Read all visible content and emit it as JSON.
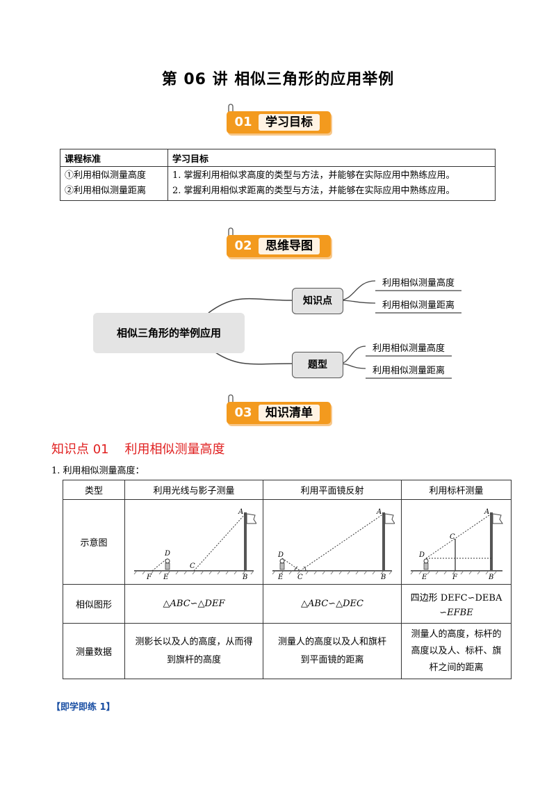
{
  "title": "第 06 讲  相似三角形的应用举例",
  "sections": [
    {
      "num": "01",
      "label": "学习目标"
    },
    {
      "num": "02",
      "label": "思维导图"
    },
    {
      "num": "03",
      "label": "知识清单"
    }
  ],
  "goals_table": {
    "headers": [
      "课程标准",
      "学习目标"
    ],
    "standards": [
      "①利用相似测量高度",
      "②利用相似测量距离"
    ],
    "objectives": [
      "1. 掌握利用相似求高度的类型与方法，并能够在实际应用中熟练应用。",
      "2. 掌握利用相似求距离的类型与方法，并能够在实际应用中熟练应用。"
    ]
  },
  "mindmap": {
    "root": "相似三角形的举例应用",
    "branches": [
      {
        "label": "知识点",
        "leaves": [
          "利用相似测量高度",
          "利用相似测量距离"
        ]
      },
      {
        "label": "题型",
        "leaves": [
          "利用相似测量高度",
          "利用相似测量距离"
        ]
      }
    ]
  },
  "knowledge_point": {
    "heading": "知识点 01    利用相似测量高度",
    "lead": "1. 利用相似测量高度："
  },
  "measure_table": {
    "headers": [
      "类型",
      "利用光线与影子测量",
      "利用平面镜反射",
      "利用标杆测量"
    ],
    "rows": [
      {
        "label": "示意图"
      },
      {
        "label": "相似图形",
        "cells": [
          "△ABC∽△DEF",
          "△ABC∽△DEC",
          "四边形 DEFC∽DEBA",
          "∽EFBE"
        ]
      },
      {
        "label": "测量数据",
        "cells": [
          "测影长以及人的高度，从而得",
          "到旗杆的高度",
          "测量人的高度以及人和旗杆",
          "到平面镜的距离",
          "测量人的高度，标杆的",
          "高度以及人、标杆、旗",
          "杆之间的距离"
        ]
      }
    ],
    "diagram_labels": {
      "d1": [
        "A",
        "D",
        "C",
        "F",
        "E",
        "B"
      ],
      "d2": [
        "A",
        "D",
        "E",
        "C",
        "B"
      ],
      "d3": [
        "A",
        "C",
        "D",
        "E",
        "F",
        "B"
      ]
    }
  },
  "practice": "【即学即练 1】",
  "colors": {
    "banner": "#f39a1e",
    "heading_red": "#e02020",
    "practice_blue": "#1a4fa3"
  }
}
